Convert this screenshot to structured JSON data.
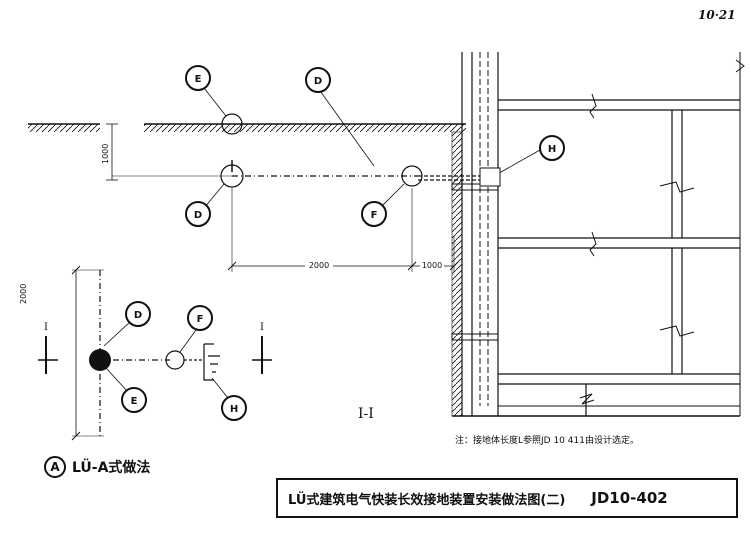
{
  "page_number": "10·21",
  "labels": {
    "E": "E",
    "D": "D",
    "F": "F",
    "H": "H",
    "A": "A"
  },
  "dimensions": {
    "depth": "1000",
    "spacing": "2000",
    "offset": "1000",
    "plan_length": "2000"
  },
  "section_marks": {
    "left": "I",
    "right": "I"
  },
  "section_label": "I-I",
  "caption": "LÜ-A式做法",
  "note": "注：接地体长度L参照JD 10  411由设计选定。",
  "title_block": {
    "title": "LÜ式建筑电气快装长效接地装置安装做法图(二)",
    "code": "JD10-402"
  }
}
